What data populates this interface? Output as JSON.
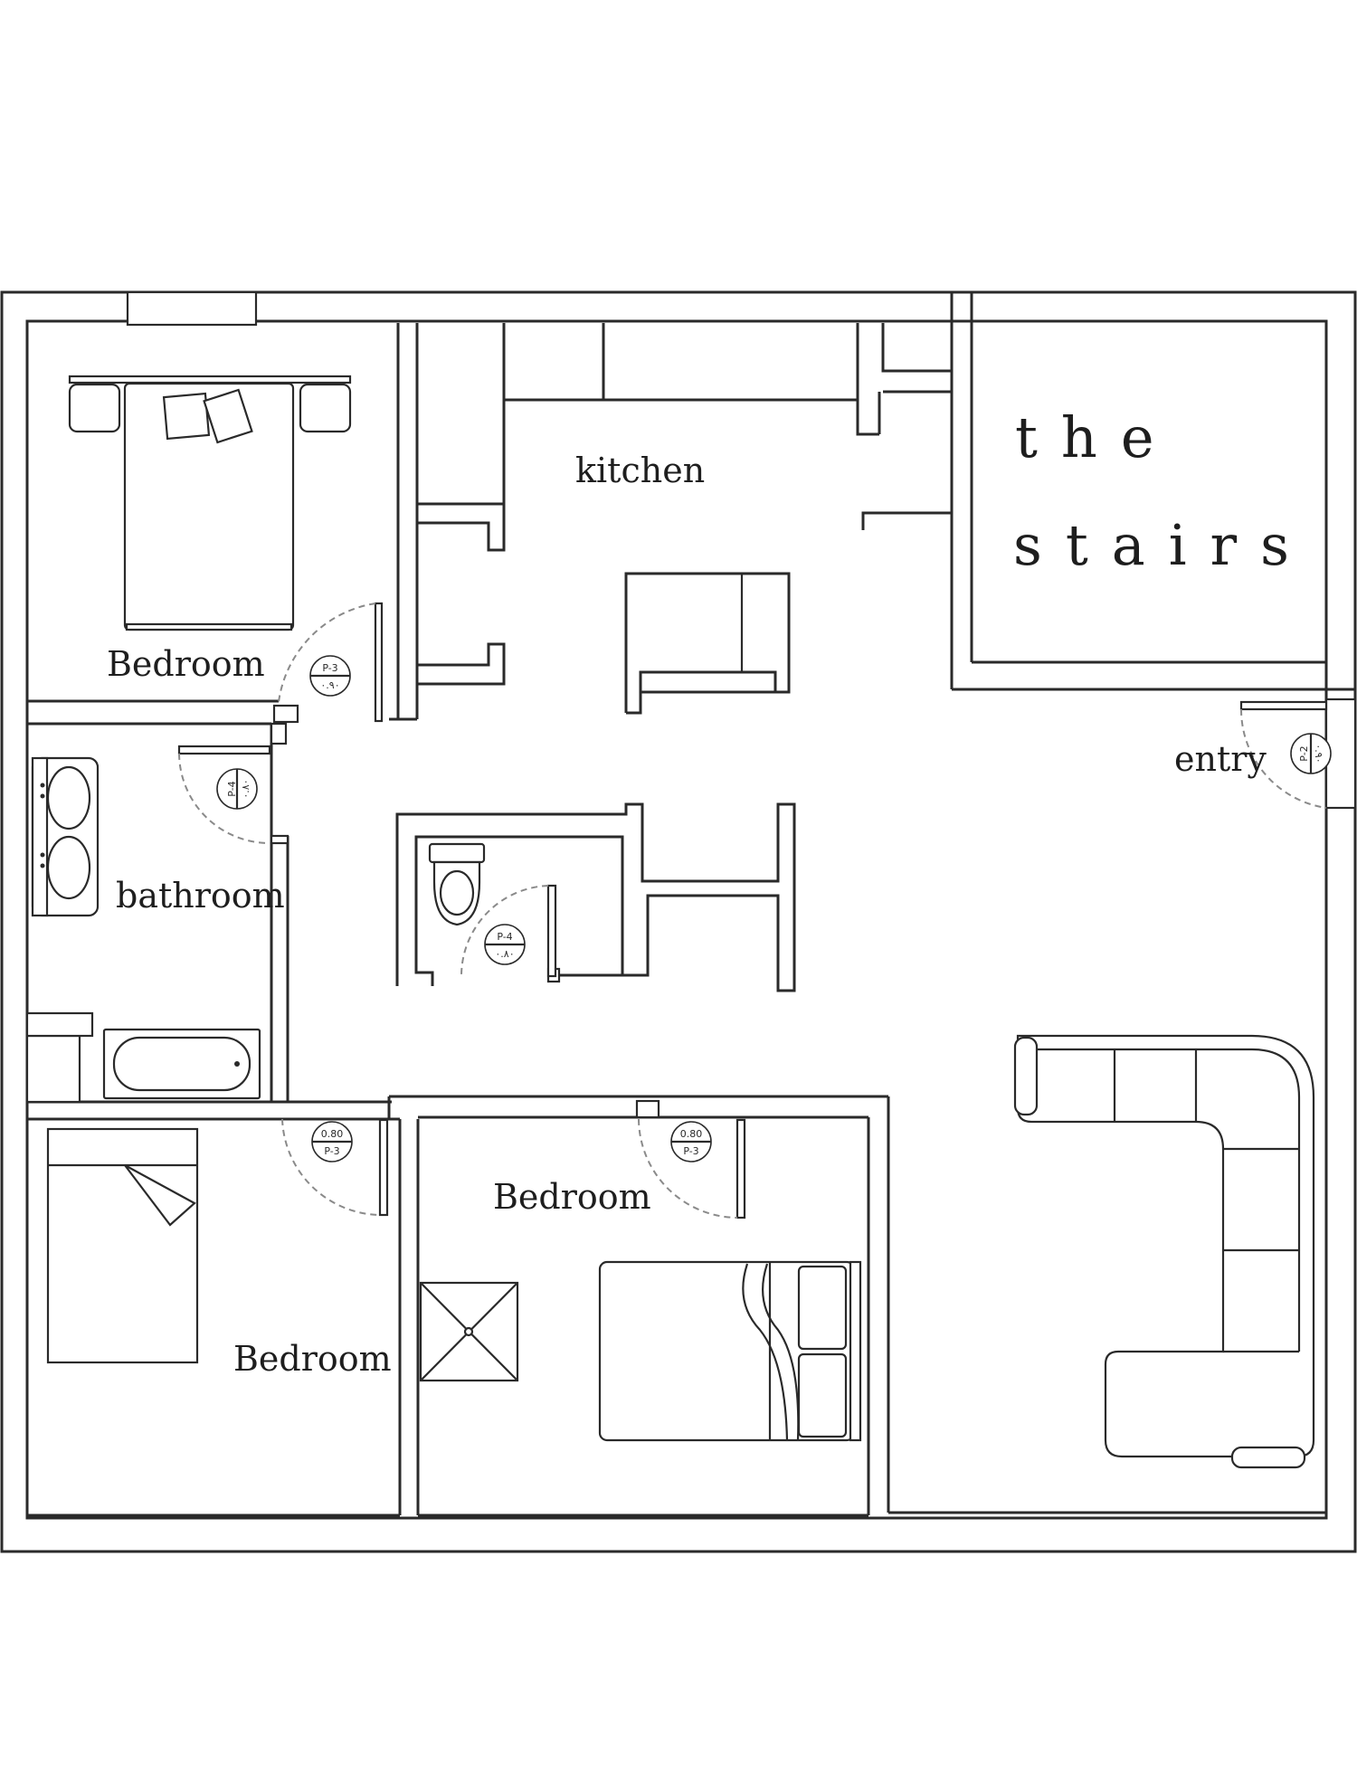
{
  "rooms": {
    "bedroom_top_left": "Bedroom",
    "kitchen": "kitchen",
    "stairs_line1": "the",
    "stairs_line2": "stairs",
    "bathroom": "bathroom",
    "entry": "entry",
    "bedroom_bottom_left": "Bedroom",
    "bedroom_bottom_center": "Bedroom"
  },
  "door_tags": {
    "d1_top": "P-3",
    "d1_bottom": "۰.۹۰",
    "d2_top": "P-4",
    "d2_bottom": "۰.۸۰",
    "d3_top": "P-4",
    "d3_bottom": "۰.۸۰",
    "d4_top": "P-2",
    "d4_bottom": "۰.۹۰",
    "d5_top": "0.80",
    "d5_bottom": "P-3",
    "d6_top": "0.80",
    "d6_bottom": "P-3"
  },
  "colors": {
    "line": "#2a2a2a",
    "door_swing": "#8a8a8a",
    "background": "#ffffff"
  }
}
